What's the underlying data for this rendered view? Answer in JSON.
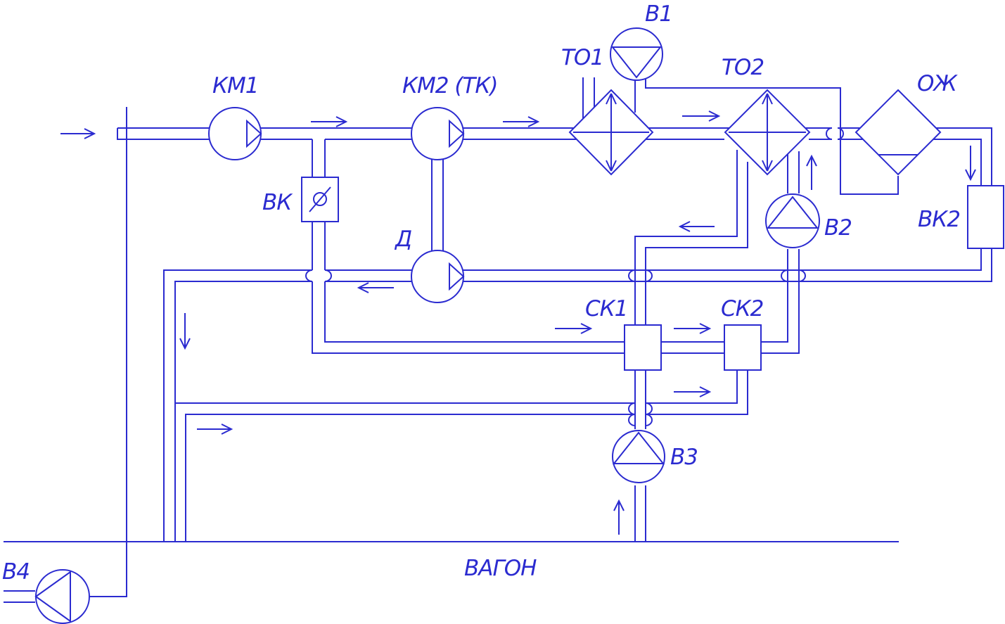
{
  "diagram": {
    "colors": {
      "line": "#2b2bd0",
      "background": "#ffffff"
    },
    "labels": {
      "km1": "КМ1",
      "km2": "КМ2 (ТК)",
      "to1": "ТО1",
      "to2": "ТО2",
      "v1": "В1",
      "oj": "ОЖ",
      "vk": "ВК",
      "d": "Д",
      "v2": "В2",
      "vk2": "ВК2",
      "sk1": "СК1",
      "sk2": "СК2",
      "v3": "В3",
      "v4": "В4",
      "vagon": "ВАГОН"
    },
    "components": [
      {
        "id": "km1",
        "kind": "compressor",
        "icon": "compressor-icon"
      },
      {
        "id": "km2",
        "kind": "turbocompressor",
        "icon": "compressor-icon"
      },
      {
        "id": "d",
        "kind": "motor",
        "icon": "compressor-icon"
      },
      {
        "id": "to1",
        "kind": "heat-exchanger",
        "icon": "heat-exchanger-icon"
      },
      {
        "id": "to2",
        "kind": "heat-exchanger",
        "icon": "heat-exchanger-icon"
      },
      {
        "id": "oj",
        "kind": "moisture-separator",
        "icon": "separator-icon"
      },
      {
        "id": "v1",
        "kind": "fan",
        "icon": "fan-icon"
      },
      {
        "id": "v2",
        "kind": "fan",
        "icon": "fan-icon"
      },
      {
        "id": "v3",
        "kind": "fan",
        "icon": "fan-icon"
      },
      {
        "id": "v4",
        "kind": "fan",
        "icon": "fan-icon"
      },
      {
        "id": "vk",
        "kind": "valve",
        "icon": "valve-icon"
      },
      {
        "id": "vk2",
        "kind": "valve",
        "icon": "valve-icon"
      },
      {
        "id": "sk1",
        "kind": "mixing-chamber",
        "icon": "chamber-icon"
      },
      {
        "id": "sk2",
        "kind": "mixing-chamber",
        "icon": "chamber-icon"
      }
    ]
  }
}
